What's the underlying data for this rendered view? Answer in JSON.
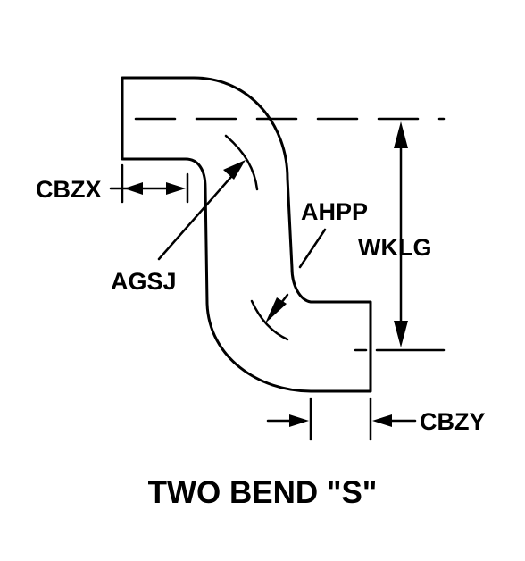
{
  "labels": {
    "cbzx": "CBZX",
    "agsj": "AGSJ",
    "ahpp": "AHPP",
    "wklg": "WKLG",
    "cbzy": "CBZY"
  },
  "title": "TWO BEND \"S\""
}
